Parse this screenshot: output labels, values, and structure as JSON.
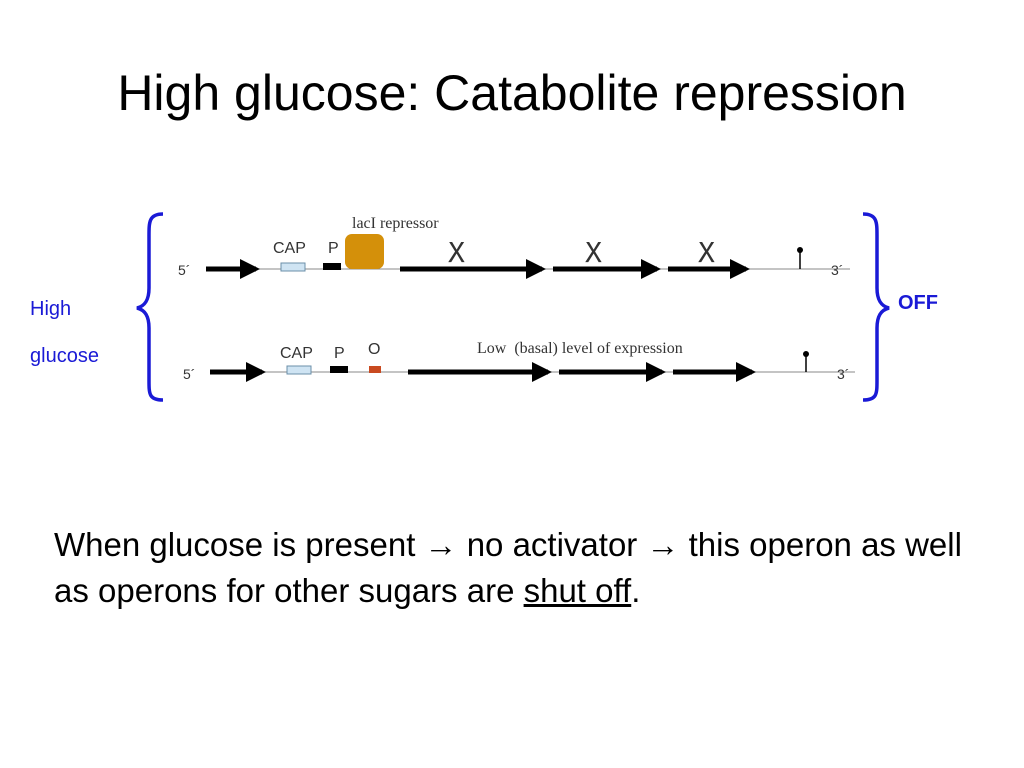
{
  "title": "High glucose: Catabolite repression",
  "left_label": {
    "line1": "High",
    "line2": "glucose"
  },
  "right_label": "OFF",
  "top_strand": {
    "five_prime": "5´",
    "three_prime": "3´",
    "cap_label": "CAP",
    "promoter_label": "P",
    "repressor_label": "lacI repressor",
    "gene_marks": [
      "X",
      "X",
      "X"
    ]
  },
  "bottom_strand": {
    "five_prime": "5´",
    "three_prime": "3´",
    "cap_label": "CAP",
    "promoter_label": "P",
    "operator_label": "O",
    "expression_label": "Low  (basal) level of expression"
  },
  "colors": {
    "label_blue": "#1a1ad6",
    "repressor": "#d4900a",
    "cap_box": "#cfe4f3",
    "operator_box": "#c94a20"
  },
  "body": {
    "text_before": "When glucose is present → no activator → this operon as well as operons for other sugars are ",
    "underlined": "shut off",
    "text_after": "."
  }
}
